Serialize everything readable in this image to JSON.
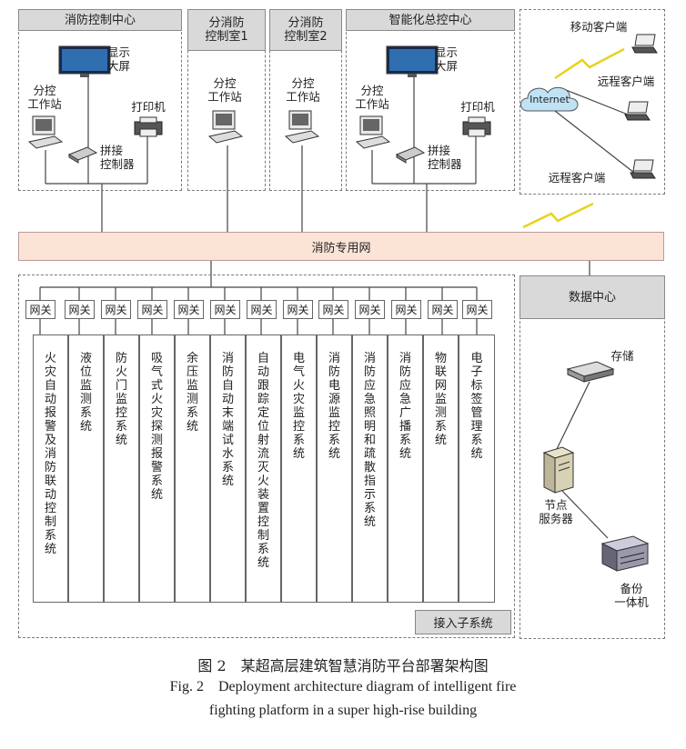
{
  "boxes": {
    "control_center": "消防控制中心",
    "branch1": "分消防\n控制室1",
    "branch2": "分消防\n控制室2",
    "smart_center": "智能化总控中心",
    "data_center": "数据中心"
  },
  "devices": {
    "display": "显示\n大屏",
    "workstation": "分控\n工作站",
    "printer": "打印机",
    "splicer": "拼接\n控制器",
    "mobile_client": "移动客户端",
    "remote_client": "远程客户端",
    "internet": "Internet",
    "storage": "存储",
    "node_server": "节点\n服务器",
    "backup": "备份\n一体机"
  },
  "network": "消防专用网",
  "gateway": "网关",
  "subsystems": [
    "火灾自动报警及消防联动控制系统",
    "液位监测系统",
    "防火门监控系统",
    "吸气式火灾探测报警系统",
    "余压监测系统",
    "消防自动末端试水系统",
    "自动跟踪定位射流灭火装置控制系统",
    "电气火灾监控系统",
    "消防电源监控系统",
    "消防应急照明和疏散指示系统",
    "消防应急广播系统",
    "物联网监测系统",
    "电子标签管理系统"
  ],
  "access_subsystem": "接入子系统",
  "caption": {
    "cn": "图 2　某超高层建筑智慧消防平台部署架构图",
    "en_line1": "Fig. 2　Deployment architecture diagram of intelligent fire",
    "en_line2": "fighting platform in a super high-rise building"
  }
}
